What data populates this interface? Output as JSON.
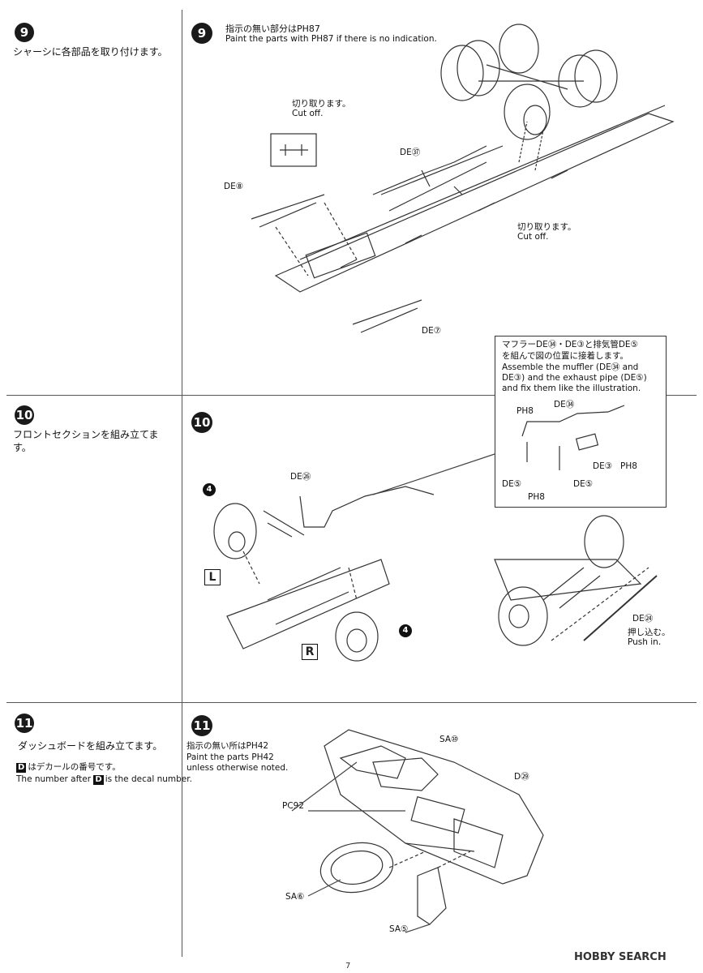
{
  "steps": [
    {
      "number": "9",
      "jp_left": "シャーシに各部品を取り付けます。",
      "jp_note": "指示の無い部分は",
      "paint_note_en": "Paint the parts with",
      "paint_note_en_tail": "if there is no indication.",
      "paint_code": "PH87",
      "labels": {
        "cutoff_jp_1": "切り取ります。",
        "cutoff_en_1": "Cut off.",
        "cutoff_jp_2": "切り取ります。",
        "cutoff_en_2": "Cut off.",
        "de37": "DE㊲",
        "de8": "DE⑧",
        "de7": "DE⑦"
      }
    },
    {
      "number": "10",
      "jp_left": "フロントセクションを組み立てます。",
      "labels": {
        "de26": "DE㉖",
        "tire_num": "4",
        "left": "L",
        "right": "R",
        "de24": "DE㉔",
        "push_jp": "押し込む。",
        "push_en": "Push in."
      },
      "note_box": {
        "jp_line1": "マフラーDE㉞・DE③と排気管DE⑤",
        "jp_line2": "を組んで図の位置に接着します。",
        "en_line1": "Assemble the muffler (DE㉞ and",
        "en_line2": "DE③) and the exhaust pipe (DE⑤)",
        "en_line3": "and fix  them like the illustration.",
        "ph8a": "PH8",
        "de34": "DE㉞",
        "de3": "DE③",
        "ph8b": "PH8",
        "de5a": "DE⑤",
        "de5b": "DE⑤",
        "ph8c": "PH8"
      }
    },
    {
      "number": "11",
      "jp_left": "ダッシュボードを組み立てます。",
      "decal_jp": "はデカールの番号です。",
      "decal_en_pre": "The number after",
      "decal_en_post": "is the decal number.",
      "decal_letter": "D",
      "jp_note": "指示の無い所は",
      "paint_note_en_1": "Paint the parts",
      "paint_note_en_2": "unless otherwise noted.",
      "paint_code": "PH42",
      "labels": {
        "sa10": "SA⑩",
        "d29": "D㉙",
        "pc92": "PC92",
        "sa6": "SA⑥",
        "sa5": "SA⑤"
      }
    }
  ],
  "footer": {
    "page_number": "7",
    "watermark": "HOBBY SEARCH"
  }
}
